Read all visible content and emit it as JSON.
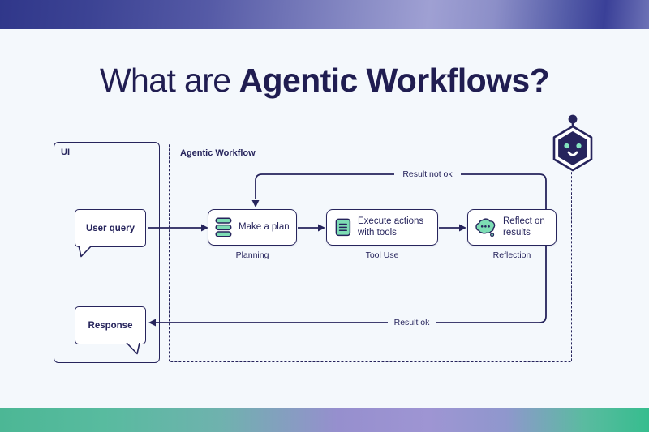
{
  "title": {
    "prefix": "What are",
    "emphasis": "Agentic Workflows?"
  },
  "ui_panel": {
    "label": "UI",
    "user_query_label": "User query",
    "response_label": "Response"
  },
  "workflow": {
    "label": "Agentic Workflow",
    "steps": [
      {
        "title": "Make a plan",
        "caption": "Planning",
        "icon": "stack-icon"
      },
      {
        "title": "Execute actions with tools",
        "caption": "Tool Use",
        "icon": "document-icon"
      },
      {
        "title": "Reflect on results",
        "caption": "Reflection",
        "icon": "thought-bubble-icon"
      }
    ],
    "feedback_labels": {
      "not_ok": "Result not ok",
      "ok": "Result ok"
    },
    "mascot": "robot-hexagon"
  },
  "colors": {
    "ink_navy": "#26245c",
    "title_navy": "#201d51",
    "card_background": "#f4f8fc",
    "box_white": "#ffffff",
    "icon_green": "#7dddb4",
    "eye_mint": "#83e4be",
    "gradient_top_blue": "#3c4394",
    "gradient_top_lavender": "#9fa0d3",
    "gradient_bottom_green": "#4cb795",
    "gradient_bottom_purple": "#9e95d3"
  }
}
